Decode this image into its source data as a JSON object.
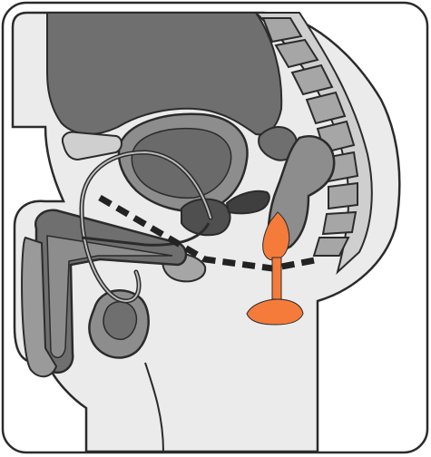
{
  "diagram": {
    "style": "sagittal cross-section line illustration, no printed text",
    "colors": {
      "frame_fill": "#ebebeb",
      "outline": "#2b2b2b",
      "tissue_dark": "#6f6f6f",
      "tissue_mid": "#a6a6a6",
      "tissue_light": "#cfcfcf",
      "organ_dark": "#555555",
      "device_accent": "#f47b3a",
      "dashed_path": "#222222"
    },
    "parts": [
      {
        "id": "abdomen",
        "icon": "abdomen-shape"
      },
      {
        "id": "bladder",
        "icon": "bladder-shape"
      },
      {
        "id": "spine",
        "icon": "vertebrae-shape"
      },
      {
        "id": "rectum",
        "icon": "rectum-shape"
      },
      {
        "id": "prostate",
        "icon": "prostate-shape"
      },
      {
        "id": "urethra",
        "icon": "tube-line"
      },
      {
        "id": "penis",
        "icon": "penis-shape"
      },
      {
        "id": "testis",
        "icon": "testis-shape"
      },
      {
        "id": "pubic-bone",
        "icon": "pubic-bone-shape"
      },
      {
        "id": "pelvic-floor",
        "icon": "dashed-line"
      },
      {
        "id": "plug-device",
        "icon": "butt-plug-shape"
      }
    ]
  }
}
